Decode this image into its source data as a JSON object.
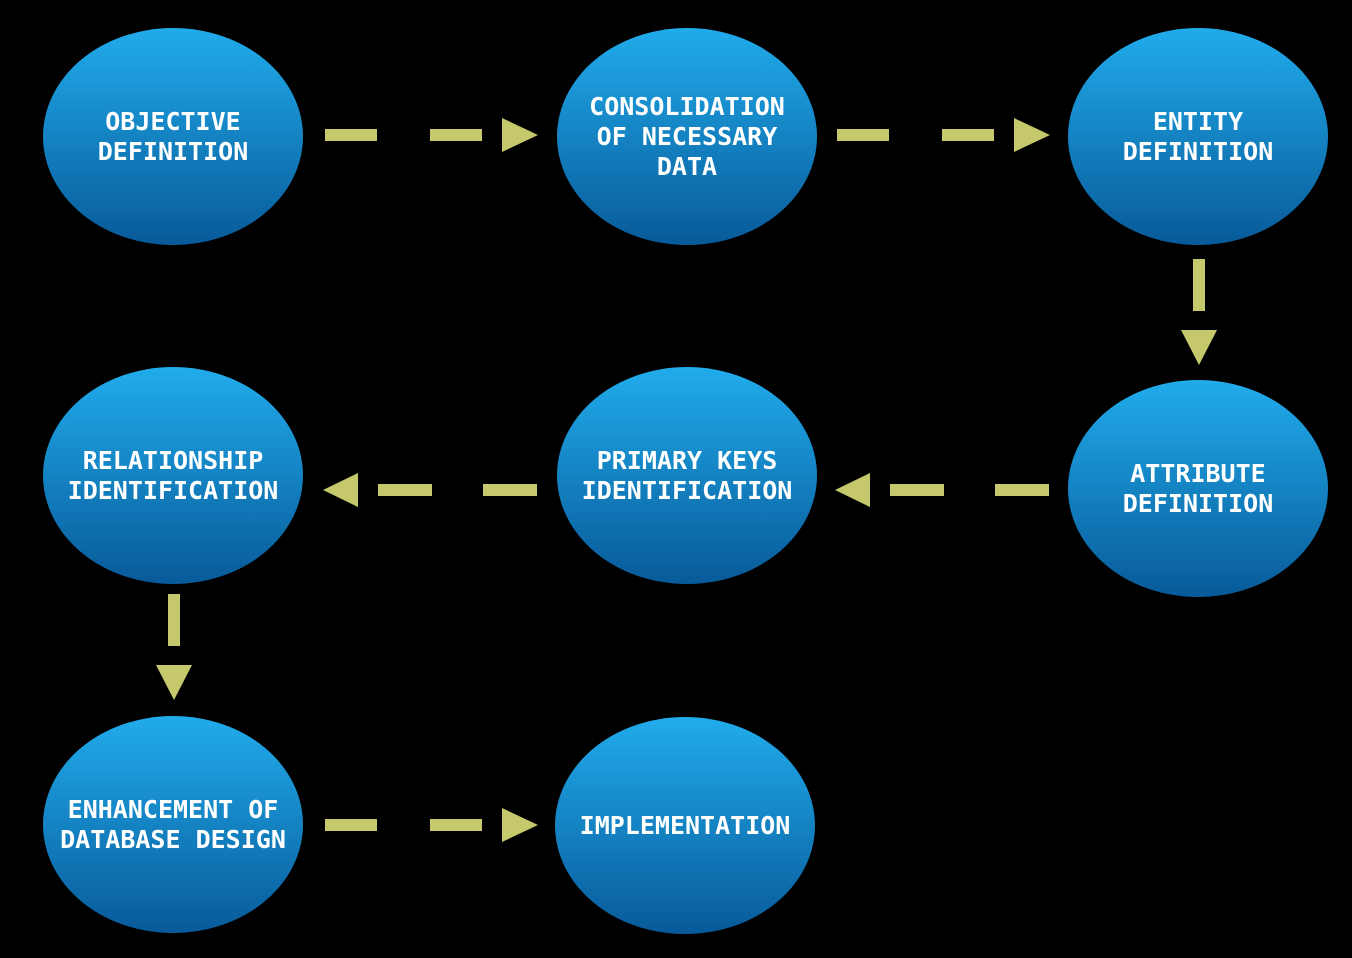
{
  "diagram": {
    "type": "flowchart",
    "colors": {
      "background": "#000000",
      "node_gradient_top": "#21ACEC",
      "node_gradient_bottom": "#085A99",
      "node_text": "#FFFFFF",
      "arrow": "#C5C96C"
    },
    "nodes": [
      {
        "id": "objective-definition",
        "label": "OBJECTIVE\nDEFINITION"
      },
      {
        "id": "consolidation-of-necessary-data",
        "label": "CONSOLIDATION\nOF NECESSARY\nDATA"
      },
      {
        "id": "entity-definition",
        "label": "ENTITY\nDEFINITION"
      },
      {
        "id": "relationship-identification",
        "label": "RELATIONSHIP\nIDENTIFICATION"
      },
      {
        "id": "primary-keys-identification",
        "label": "PRIMARY KEYS\nIDENTIFICATION"
      },
      {
        "id": "attribute-definition",
        "label": "ATTRIBUTE\nDEFINITION"
      },
      {
        "id": "enhancement-of-database-design",
        "label": "ENHANCEMENT OF\nDATABASE DESIGN"
      },
      {
        "id": "implementation",
        "label": "IMPLEMENTATION"
      }
    ],
    "edges": [
      {
        "from": "objective-definition",
        "to": "consolidation-of-necessary-data",
        "direction": "right",
        "style": "dashed"
      },
      {
        "from": "consolidation-of-necessary-data",
        "to": "entity-definition",
        "direction": "right",
        "style": "dashed"
      },
      {
        "from": "entity-definition",
        "to": "attribute-definition",
        "direction": "down",
        "style": "dashed"
      },
      {
        "from": "attribute-definition",
        "to": "primary-keys-identification",
        "direction": "left",
        "style": "dashed"
      },
      {
        "from": "primary-keys-identification",
        "to": "relationship-identification",
        "direction": "left",
        "style": "dashed"
      },
      {
        "from": "relationship-identification",
        "to": "enhancement-of-database-design",
        "direction": "down",
        "style": "dashed"
      },
      {
        "from": "enhancement-of-database-design",
        "to": "implementation",
        "direction": "right",
        "style": "dashed"
      }
    ]
  }
}
